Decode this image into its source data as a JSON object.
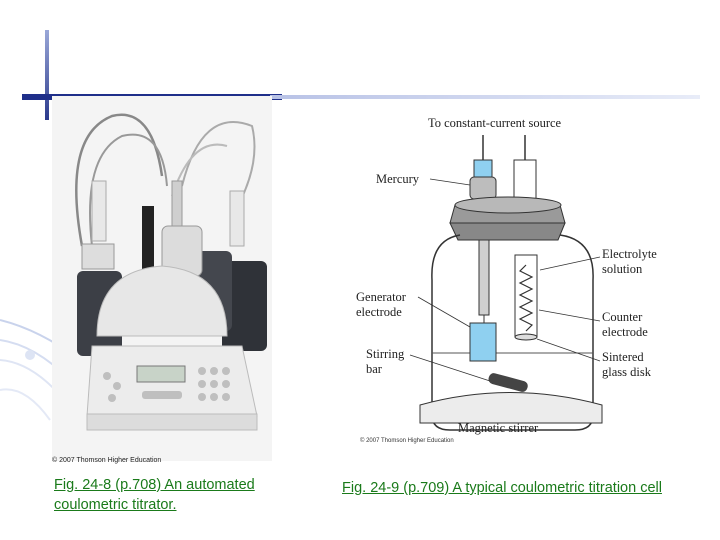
{
  "photo": {
    "credit": "© 2007 Thomson Higher Education",
    "caption": "Fig. 24-8 (p.708) An automated coulometric titrator."
  },
  "diagram": {
    "title_label": "To constant-current source",
    "labels": {
      "mercury": "Mercury",
      "electrolyte_1": "Electrolyte",
      "electrolyte_2": "solution",
      "generator_1": "Generator",
      "generator_2": "electrode",
      "counter_1": "Counter",
      "counter_2": "electrode",
      "stirring_1": "Stirring",
      "stirring_2": "bar",
      "sintered_1": "Sintered",
      "sintered_2": "glass disk",
      "magnetic": "Magnetic stirrer"
    },
    "credit": "© 2007 Thomson Higher Education",
    "caption": "Fig. 24-9 (p.709) A typical coulometric titration cell"
  },
  "colors": {
    "accent_dark": "#1f2f8a",
    "caption_green": "#1a7a1a",
    "electrode_blue": "#8fd0f0"
  }
}
